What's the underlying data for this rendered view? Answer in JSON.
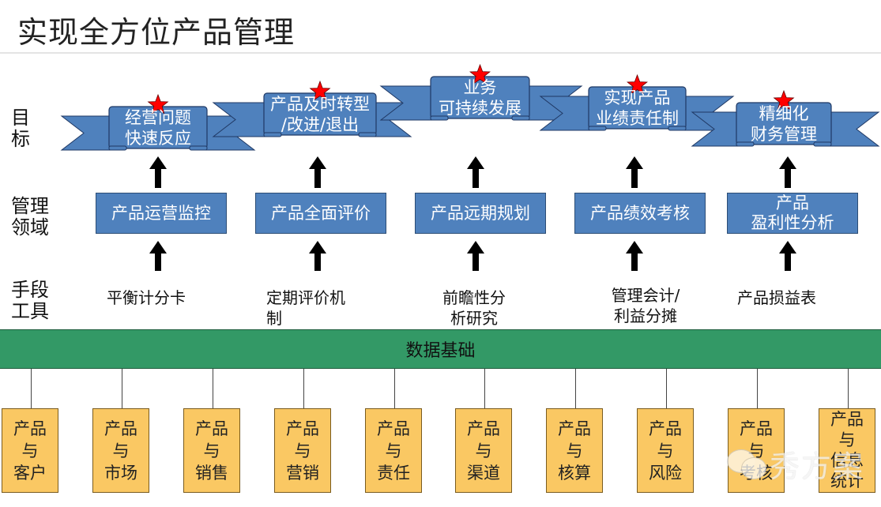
{
  "title": "实现全方位产品管理",
  "row_labels": {
    "goals": [
      "目",
      "标"
    ],
    "management": [
      "管理",
      "领域"
    ],
    "tools": [
      "手段",
      "工具"
    ]
  },
  "goals": [
    {
      "lines": [
        "经营问题",
        "快速反应"
      ],
      "starred": true
    },
    {
      "lines": [
        "产品及时转型",
        "/改进/退出"
      ],
      "starred": true
    },
    {
      "lines": [
        "业务",
        "可持续发展"
      ],
      "starred": true
    },
    {
      "lines": [
        "实现产品",
        "业绩责任制"
      ],
      "starred": true
    },
    {
      "lines": [
        "精细化",
        "财务管理"
      ],
      "starred": true
    }
  ],
  "management_areas": [
    {
      "lines": [
        "产品运营监控"
      ]
    },
    {
      "lines": [
        "产品全面评价"
      ]
    },
    {
      "lines": [
        "产品远期规划"
      ]
    },
    {
      "lines": [
        "产品绩效考核"
      ]
    },
    {
      "lines": [
        "产品",
        "盈利性分析"
      ]
    }
  ],
  "tools": [
    {
      "lines": [
        "平衡计分卡"
      ]
    },
    {
      "lines": [
        "定期评价机",
        "制"
      ]
    },
    {
      "lines": [
        "前瞻性分",
        "析研究"
      ]
    },
    {
      "lines": [
        "管理会计/",
        "利益分摊"
      ]
    },
    {
      "lines": [
        "产品损益表"
      ]
    }
  ],
  "data_foundation": {
    "label": "数据基础",
    "items": [
      {
        "lines": [
          "产品",
          "与",
          "客户"
        ]
      },
      {
        "lines": [
          "产品",
          "与",
          "市场"
        ]
      },
      {
        "lines": [
          "产品",
          "与",
          "销售"
        ]
      },
      {
        "lines": [
          "产品",
          "与",
          "营销"
        ]
      },
      {
        "lines": [
          "产品",
          "与",
          "责任"
        ]
      },
      {
        "lines": [
          "产品",
          "与",
          "渠道"
        ]
      },
      {
        "lines": [
          "产品",
          "与",
          "核算"
        ]
      },
      {
        "lines": [
          "产品",
          "与",
          "风险"
        ]
      },
      {
        "lines": [
          "产品",
          "与",
          "考核"
        ]
      },
      {
        "lines": [
          "产品",
          "与",
          "信息",
          "统计"
        ]
      }
    ]
  },
  "watermark": {
    "text": "秀方案",
    "icon": "wechat-icon"
  },
  "colors": {
    "ribbon_blue": "#4f81bd",
    "ribbon_outline": "#1f3864",
    "star_red": "#ff0000",
    "data_green": "#339966",
    "data_box_orange": "#fac863"
  }
}
